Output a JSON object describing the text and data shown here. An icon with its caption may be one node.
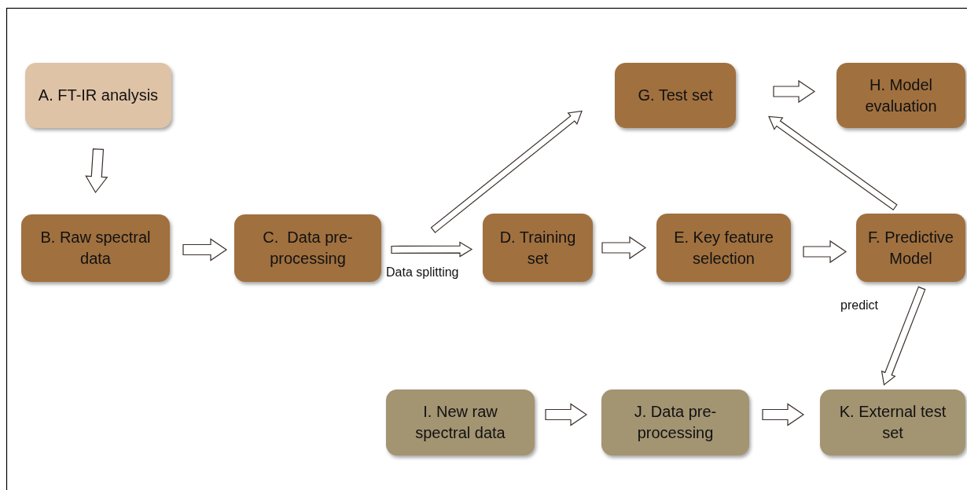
{
  "diagram": {
    "nodes": [
      {
        "text": [
          "A. FT-IR analysis"
        ]
      },
      {
        "text": [
          "B. Raw spectral data"
        ]
      },
      {
        "text": [
          "C.  Data pre-processing"
        ]
      },
      {
        "text": [
          "D. Training set"
        ]
      },
      {
        "text": [
          "E. Key feature selection"
        ]
      },
      {
        "text": [
          "F. Predictive Model"
        ]
      },
      {
        "text": [
          "G. Test set"
        ]
      },
      {
        "text": [
          "H. Model evaluation"
        ]
      },
      {
        "text": [
          "I. New raw spectral data"
        ]
      },
      {
        "text": [
          "J. Data pre-processing"
        ]
      },
      {
        "text": [
          "K. External test set"
        ]
      }
    ],
    "edges": [
      {
        "from": 0,
        "to": 1,
        "arrow": "to"
      },
      {
        "from": 1,
        "to": 2,
        "arrow": "to"
      },
      {
        "from": 2,
        "to": 3,
        "arrow": "to",
        "label": "Data splitting"
      },
      {
        "from": 2,
        "to": 6,
        "arrow": "to"
      },
      {
        "from": 3,
        "to": 4,
        "arrow": "to"
      },
      {
        "from": 4,
        "to": 5,
        "arrow": "to"
      },
      {
        "from": 5,
        "to": 6,
        "arrow": "to"
      },
      {
        "from": 6,
        "to": 7,
        "arrow": "to"
      },
      {
        "from": 5,
        "to": 10,
        "arrow": "to",
        "label": "predict"
      },
      {
        "from": 8,
        "to": 9,
        "arrow": "to"
      },
      {
        "from": 9,
        "to": 10,
        "arrow": "to"
      }
    ]
  }
}
